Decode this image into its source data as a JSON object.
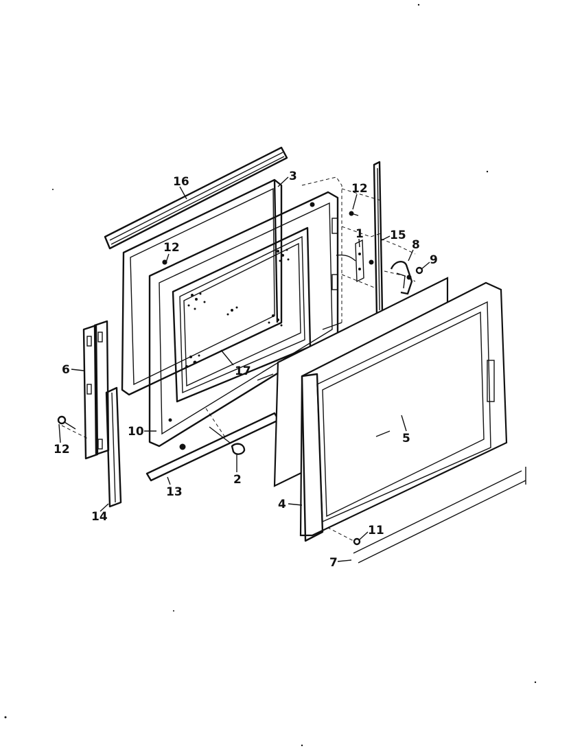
{
  "diagram": {
    "callouts": [
      {
        "id": "c16",
        "label": "16"
      },
      {
        "id": "c3",
        "label": "3"
      },
      {
        "id": "c12a",
        "label": "12"
      },
      {
        "id": "c12b",
        "label": "12"
      },
      {
        "id": "c1",
        "label": "1"
      },
      {
        "id": "c15",
        "label": "15"
      },
      {
        "id": "c8",
        "label": "8"
      },
      {
        "id": "c9",
        "label": "9"
      },
      {
        "id": "c6",
        "label": "6"
      },
      {
        "id": "c17",
        "label": "17"
      },
      {
        "id": "c5",
        "label": "5"
      },
      {
        "id": "c12c",
        "label": "12"
      },
      {
        "id": "c10",
        "label": "10"
      },
      {
        "id": "c2",
        "label": "2"
      },
      {
        "id": "c13",
        "label": "13"
      },
      {
        "id": "c14",
        "label": "14"
      },
      {
        "id": "c4",
        "label": "4"
      },
      {
        "id": "c11",
        "label": "11"
      },
      {
        "id": "c7",
        "label": "7"
      }
    ]
  }
}
